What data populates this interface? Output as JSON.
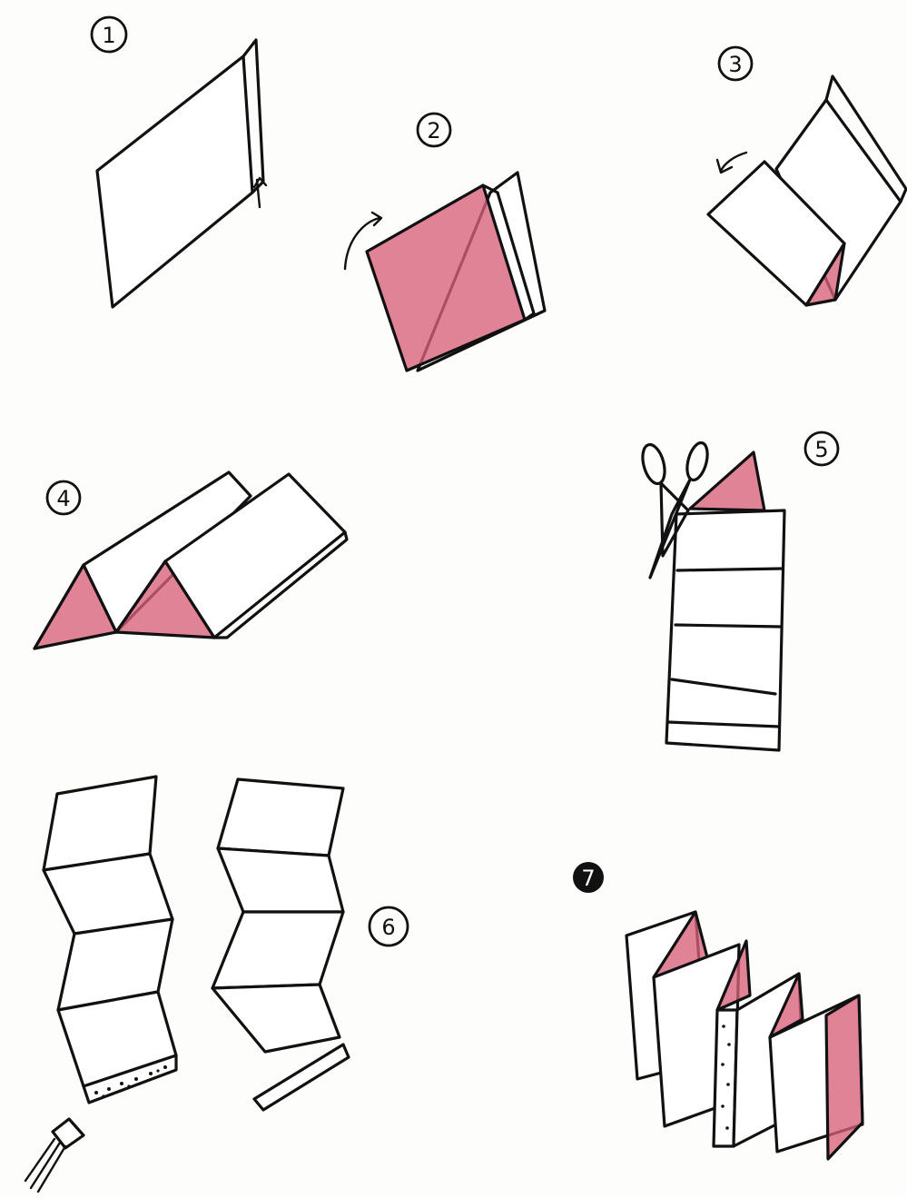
{
  "steps": [
    {
      "id": "step-1",
      "number": "1"
    },
    {
      "id": "step-2",
      "number": "2"
    },
    {
      "id": "step-3",
      "number": "3"
    },
    {
      "id": "step-4",
      "number": "4"
    },
    {
      "id": "step-5",
      "number": "5"
    },
    {
      "id": "step-6",
      "number": "6"
    },
    {
      "id": "step-7",
      "number": "7"
    }
  ],
  "colors": {
    "ink": "#111111",
    "accent_pink": "#d9607a",
    "paper": "#fdfdfc"
  }
}
